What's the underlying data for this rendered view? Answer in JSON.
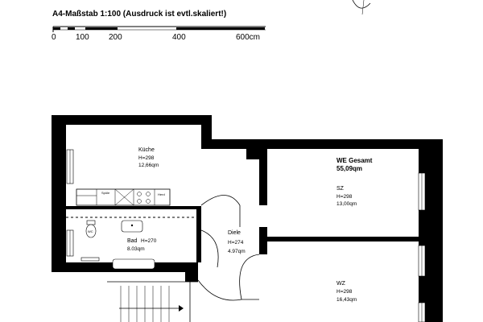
{
  "header": {
    "title": "A4-Maßstab 1:100 (Ausdruck ist evtl.skaliert!)"
  },
  "scale_bar": {
    "labels": [
      "0",
      "100",
      "200",
      "400",
      "600cm"
    ]
  },
  "total": {
    "label": "WE Gesamt",
    "area": "55,09qm"
  },
  "rooms": {
    "kueche": {
      "name": "Küche",
      "height": "H=298",
      "area": "12,66qm"
    },
    "bad": {
      "name": "Bad",
      "height": "H=270",
      "area": "8.03qm"
    },
    "diele": {
      "name": "Diele",
      "height": "H=274",
      "area": "4.97qm"
    },
    "sz": {
      "name": "SZ",
      "height": "H=298",
      "area": "13,00qm"
    },
    "wz": {
      "name": "WZ",
      "height": "H=298",
      "area": "16,43qm"
    }
  },
  "fixtures": {
    "wc": "WC",
    "spuele": "Spüle",
    "herd": "Herd"
  }
}
